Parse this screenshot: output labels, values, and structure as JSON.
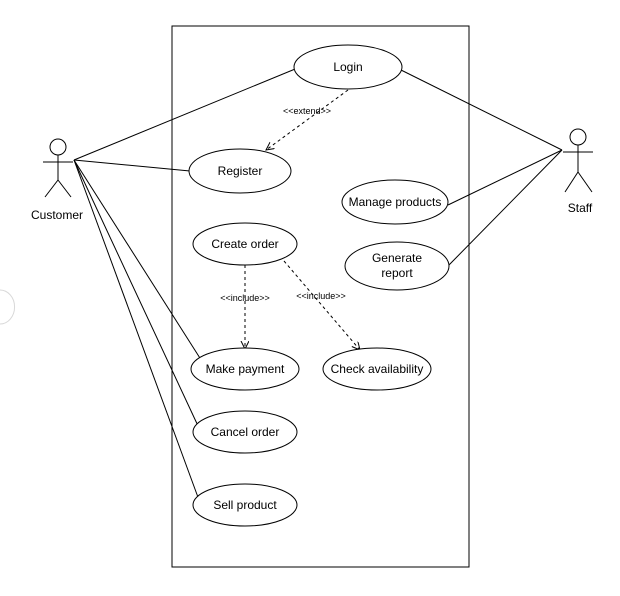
{
  "actors": {
    "customer": "Customer",
    "staff": "Staff"
  },
  "use_cases": {
    "login": "Login",
    "register": "Register",
    "manage_products": "Manage products",
    "generate_report_line1": "Generate",
    "generate_report_line2": "report",
    "create_order": "Create order",
    "make_payment": "Make payment",
    "check_availability": "Check availability",
    "cancel_order": "Cancel order",
    "sell_product": "Sell product"
  },
  "relations": {
    "extend": "<<extend>>",
    "include_payment": "<<include>>",
    "include_availability": "<<include>>"
  }
}
